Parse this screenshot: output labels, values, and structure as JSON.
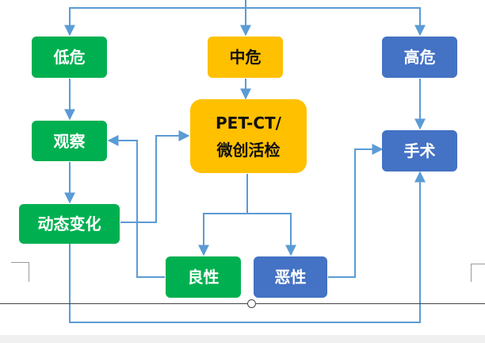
{
  "nodes": {
    "low": {
      "label": "低危"
    },
    "mid": {
      "label": "中危"
    },
    "high": {
      "label": "高危"
    },
    "observe": {
      "label": "观察"
    },
    "petct": {
      "line1": "PET-CT/",
      "line2": "微创活检"
    },
    "surgery": {
      "label": "手术"
    },
    "dynamic": {
      "label": "动态变化"
    },
    "benign": {
      "label": "良性"
    },
    "malignant": {
      "label": "恶性"
    }
  },
  "colors": {
    "low": "#00b050",
    "mid": "#ffc000",
    "high": "#4472c4",
    "arrow": "#5b9bd5"
  }
}
